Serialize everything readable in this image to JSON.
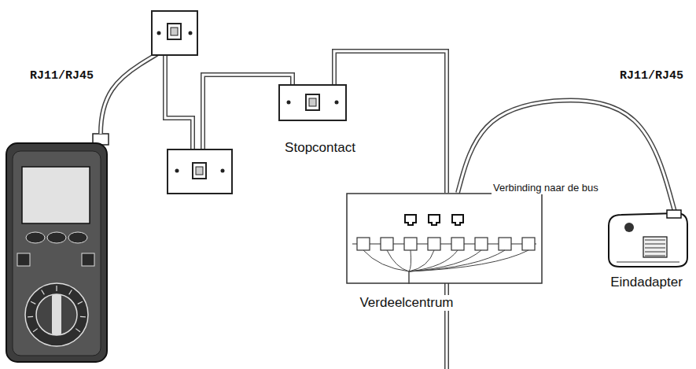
{
  "diagram": {
    "nodes": [
      {
        "text": [
          "Stopcontact"
        ]
      },
      {
        "text": [
          "Verbinding naar de bus",
          "Verdeelcentrum"
        ]
      },
      {
        "text": [
          "Eindadapter"
        ]
      }
    ],
    "edges": [
      {
        "from": 0,
        "to": 1,
        "arrow": "none"
      },
      {
        "from": 1,
        "to": 2,
        "arrow": "none",
        "label": "RJ11/RJ45"
      }
    ],
    "labels": [
      "RJ11/RJ45"
    ]
  }
}
